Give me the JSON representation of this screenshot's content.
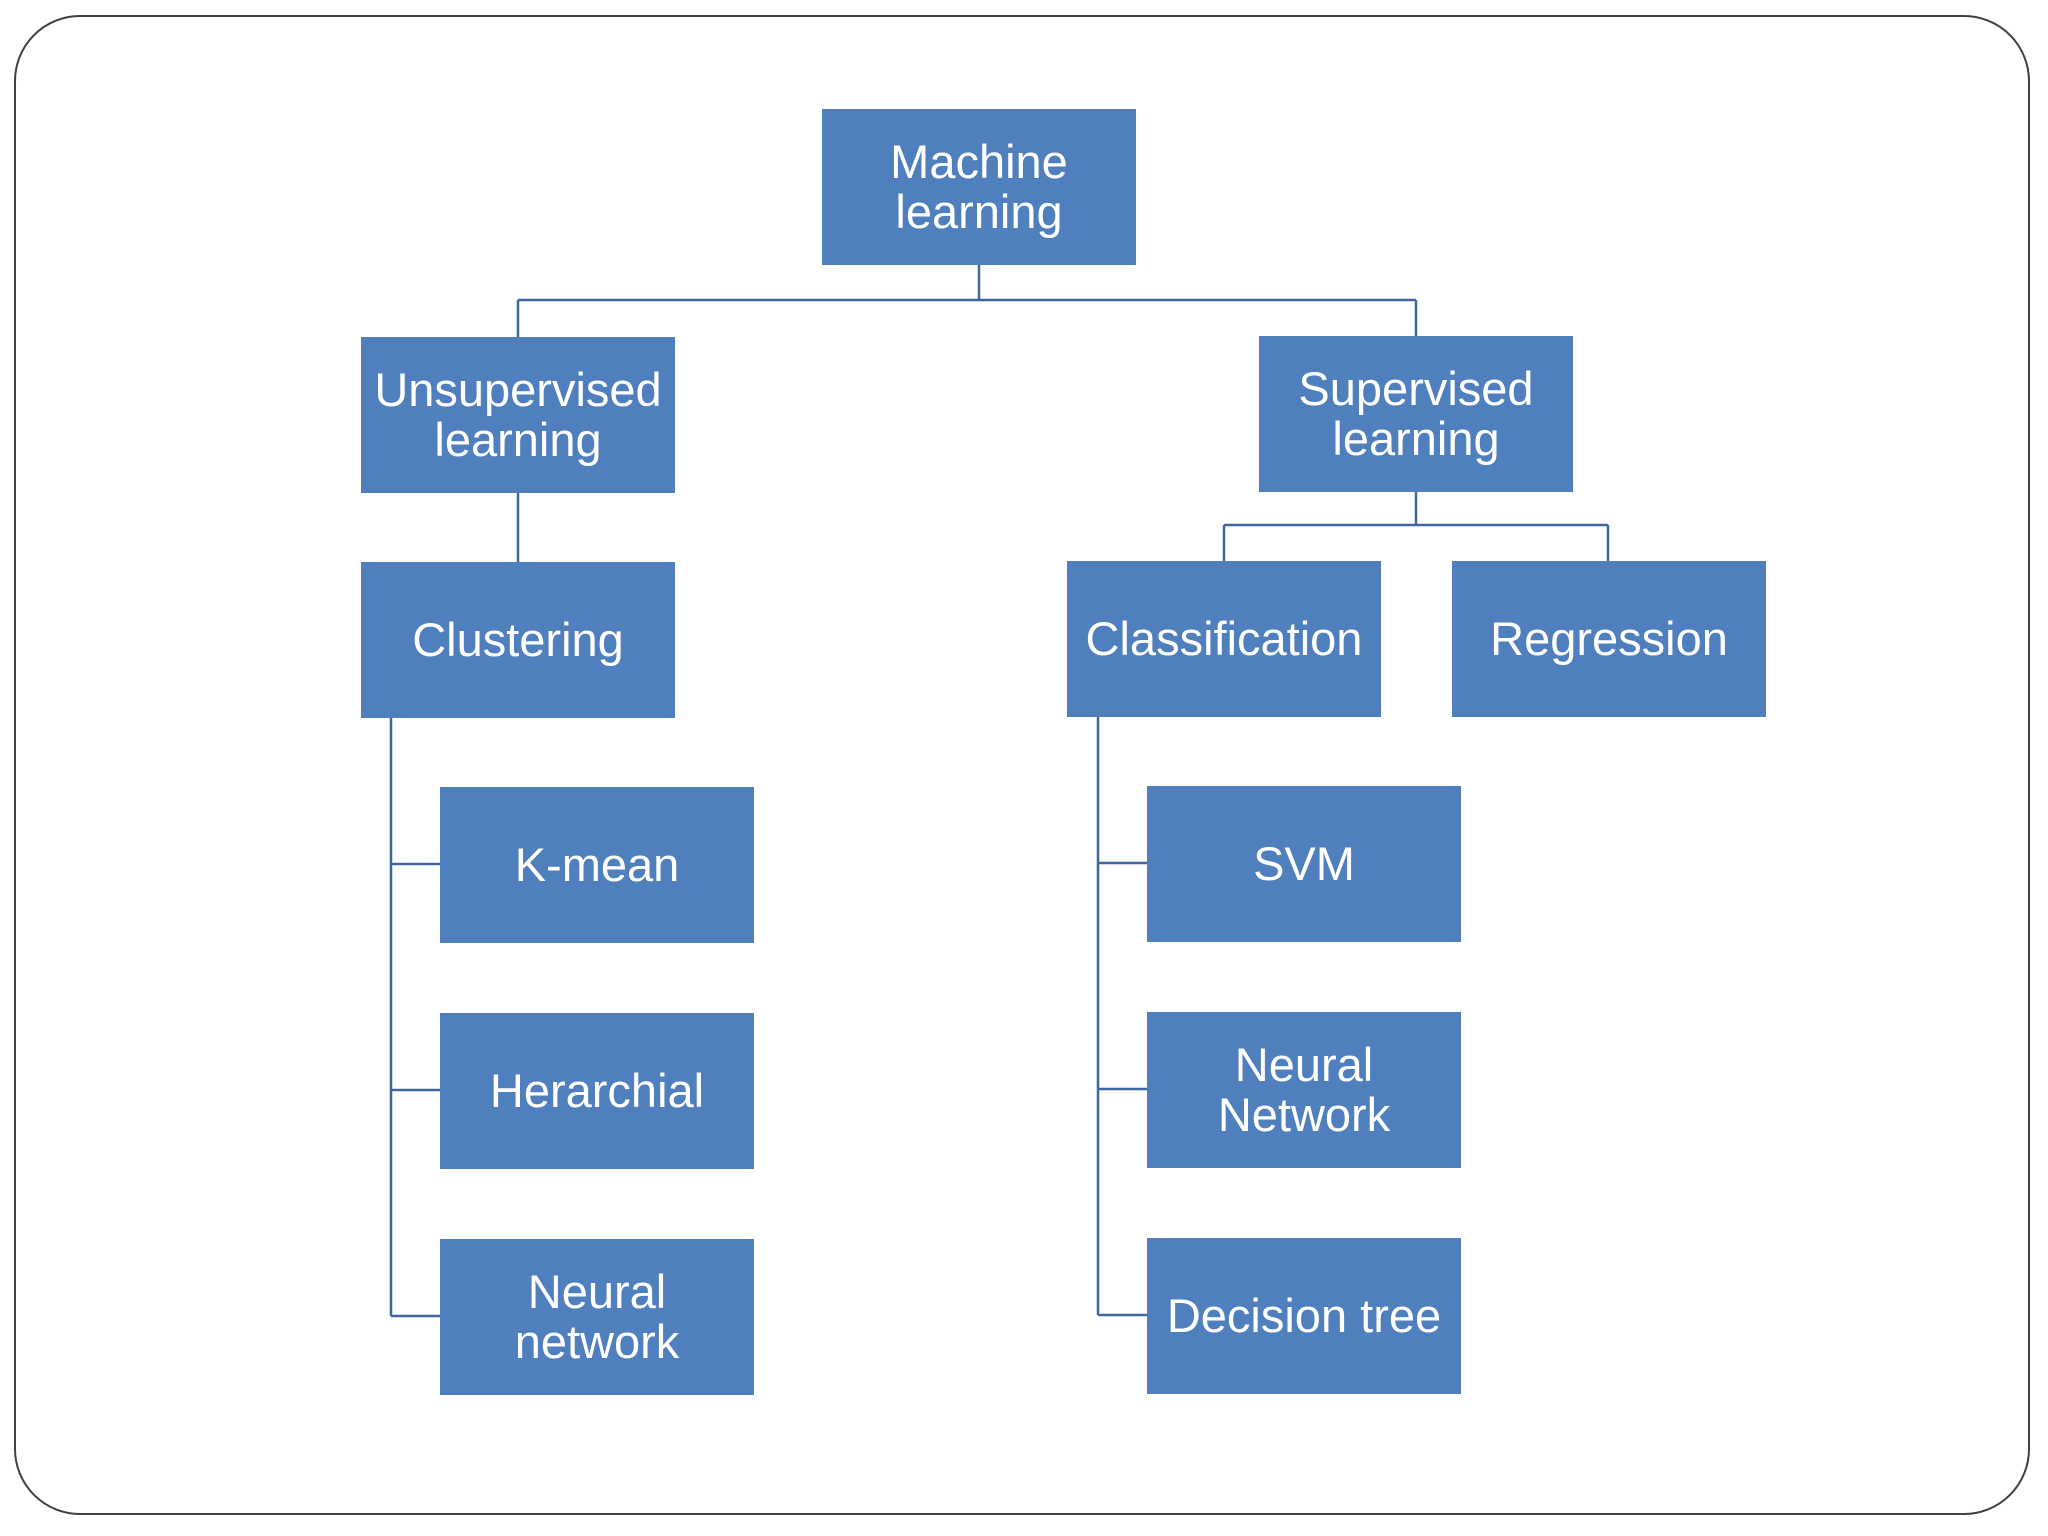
{
  "diagram": {
    "nodes": {
      "machine_learning": "Machine\nlearning",
      "unsupervised_learning": "Unsupervised\nlearning",
      "supervised_learning": "Supervised\nlearning",
      "clustering": "Clustering",
      "classification": "Classification",
      "regression": "Regression",
      "k_mean": "K-mean",
      "herarchial": "Herarchial",
      "neural_network_unsupervised": "Neural\nnetwork",
      "svm": "SVM",
      "neural_network_supervised": "Neural\nNetwork",
      "decision_tree": "Decision tree"
    },
    "edges": [
      [
        "machine_learning",
        "unsupervised_learning"
      ],
      [
        "machine_learning",
        "supervised_learning"
      ],
      [
        "unsupervised_learning",
        "clustering"
      ],
      [
        "supervised_learning",
        "classification"
      ],
      [
        "supervised_learning",
        "regression"
      ],
      [
        "clustering",
        "k_mean"
      ],
      [
        "clustering",
        "herarchial"
      ],
      [
        "clustering",
        "neural_network_unsupervised"
      ],
      [
        "classification",
        "svm"
      ],
      [
        "classification",
        "neural_network_supervised"
      ],
      [
        "classification",
        "decision_tree"
      ]
    ],
    "colors": {
      "node_fill": "#4f80bd",
      "node_text": "#ffffff",
      "connector": "#3f66a0",
      "frame_border": "#404040"
    }
  }
}
